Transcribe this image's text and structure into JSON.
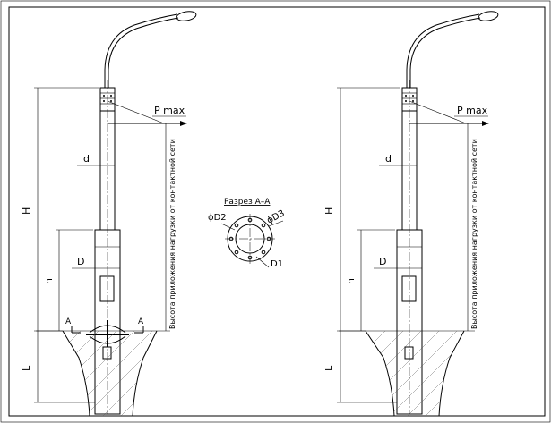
{
  "labels": {
    "p_max": "P max",
    "d_small": "d",
    "D_big": "D",
    "H": "H",
    "h": "h",
    "L": "L",
    "height_note": "Высота приложения нагрузки от контактной сети",
    "section_title": "Разрез А–А",
    "phi_d2": "ϕD2",
    "phi_d3": "ϕD3",
    "d1": "D1",
    "section_mark_a": "A"
  }
}
